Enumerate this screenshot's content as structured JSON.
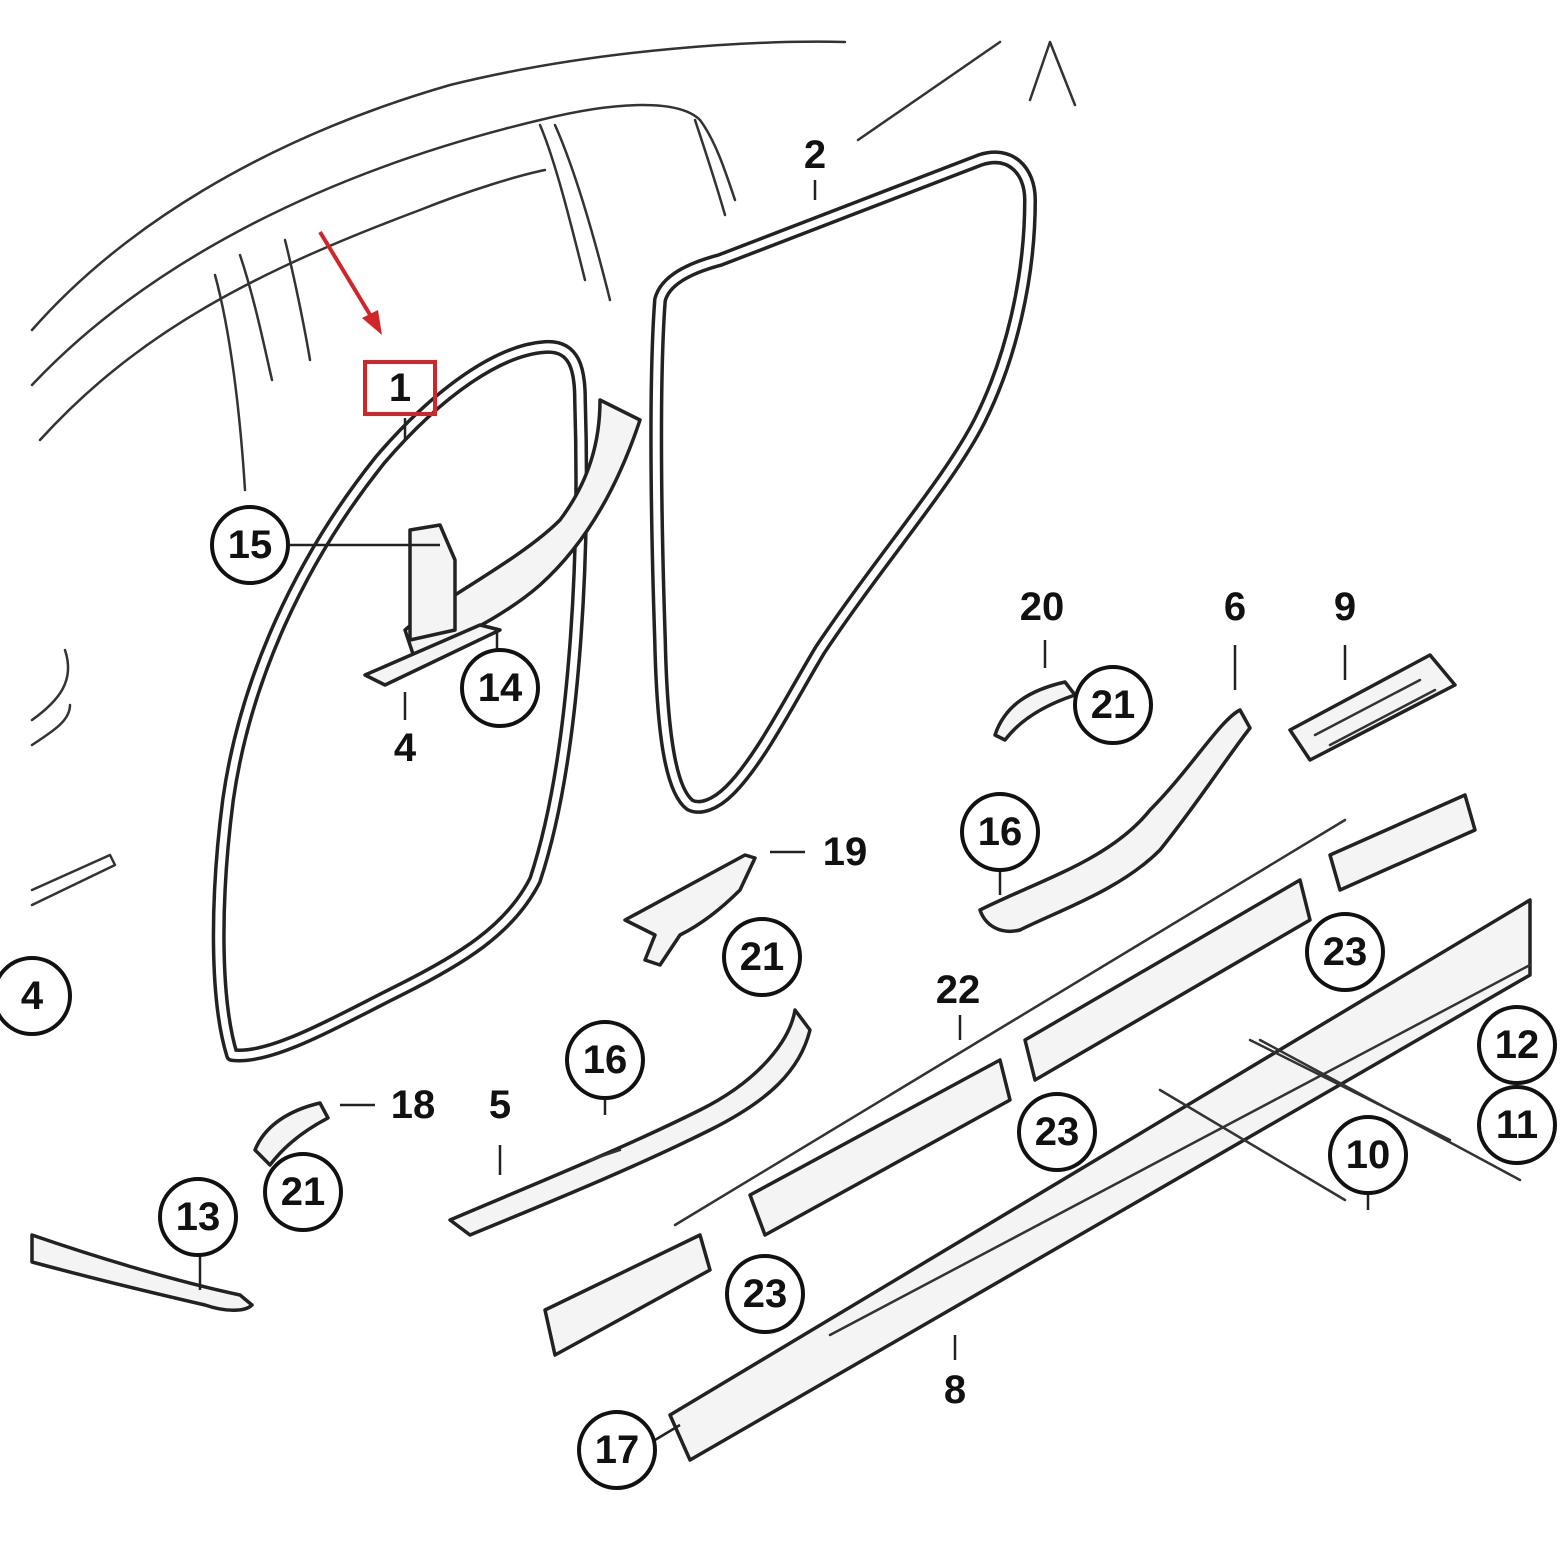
{
  "accent_color": "#d0262a",
  "callouts": [
    {
      "id": "c1",
      "label": "1",
      "style": "highlight-box"
    },
    {
      "id": "c2",
      "label": "2",
      "style": "plain"
    },
    {
      "id": "c4",
      "label": "4",
      "style": "plain"
    },
    {
      "id": "c5",
      "label": "5",
      "style": "plain"
    },
    {
      "id": "c6",
      "label": "6",
      "style": "plain"
    },
    {
      "id": "c8",
      "label": "8",
      "style": "plain"
    },
    {
      "id": "c9",
      "label": "9",
      "style": "plain"
    },
    {
      "id": "c18",
      "label": "18",
      "style": "plain"
    },
    {
      "id": "c19",
      "label": "19",
      "style": "plain"
    },
    {
      "id": "c20",
      "label": "20",
      "style": "plain"
    },
    {
      "id": "c22",
      "label": "22",
      "style": "plain"
    },
    {
      "id": "c15",
      "label": "15",
      "style": "circle"
    },
    {
      "id": "c14",
      "label": "14",
      "style": "circle"
    },
    {
      "id": "c4l",
      "label": "4",
      "style": "circle"
    },
    {
      "id": "c21a",
      "label": "21",
      "style": "circle"
    },
    {
      "id": "c16a",
      "label": "16",
      "style": "circle"
    },
    {
      "id": "c21b",
      "label": "21",
      "style": "circle"
    },
    {
      "id": "c23a",
      "label": "23",
      "style": "circle"
    },
    {
      "id": "c16b",
      "label": "16",
      "style": "circle"
    },
    {
      "id": "c23b",
      "label": "23",
      "style": "circle"
    },
    {
      "id": "c12",
      "label": "12",
      "style": "circle"
    },
    {
      "id": "c11",
      "label": "11",
      "style": "circle"
    },
    {
      "id": "c10",
      "label": "10",
      "style": "circle"
    },
    {
      "id": "c21c",
      "label": "21",
      "style": "circle"
    },
    {
      "id": "c13",
      "label": "13",
      "style": "circle"
    },
    {
      "id": "c23c",
      "label": "23",
      "style": "circle"
    },
    {
      "id": "c17",
      "label": "17",
      "style": "circle"
    }
  ]
}
